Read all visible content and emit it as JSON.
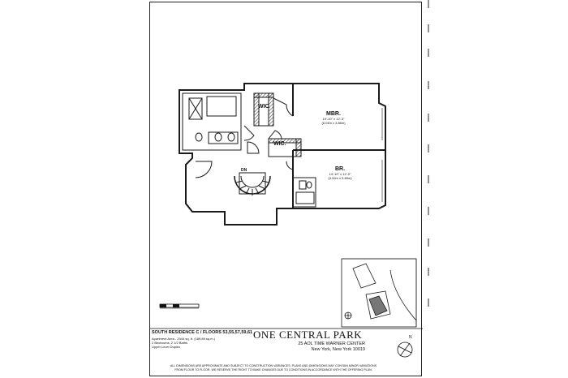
{
  "rooms": {
    "mbr": {
      "name": "MBR.",
      "dims_imperial": "19'-10\" x 12'-3\"",
      "dims_metric": "(6.04m x 3.86m)"
    },
    "br": {
      "name": "BR.",
      "dims_imperial": "14'-10\" x 12'-9\"",
      "dims_metric": "(4.52m x 3.89m)"
    },
    "wic_top": "WIC",
    "wic_mid": "WIC.",
    "stair_dn": "DN"
  },
  "title_block": {
    "unit_title": "SOUTH RESIDENCE C / FLOORS 53,55,57,59,61",
    "detail_lines": [
      "Apartment Area - 2044 sq. ft. (189.89 sq.m.)",
      "2 Bedrooms, 2 1/2 Baths",
      "Upper Level Duplex"
    ],
    "building_name": "ONE CENTRAL PARK",
    "address_lines": [
      "25 AOL TIME WARNER CENTER",
      "New York, New York 10019"
    ],
    "disclaimer_lines": [
      "ALL DIMENSIONS ARE APPROXIMATE AND SUBJECT TO CONSTRUCTION VARIANCES, PLANS AND DIMENSIONS MAY CONTAIN MINOR VARIATIONS",
      "FROM FLOOR TO FLOOR. WE RESERVE THE RIGHT TO MAKE CHANGES DUE TO CONDITIONS IN ACCORDANCE WITH THE OFFERING PLAN."
    ]
  },
  "north_arrow": "N",
  "colors": {
    "line": "#1a1a1a",
    "hatch": "#555555",
    "paper": "#ffffff"
  }
}
